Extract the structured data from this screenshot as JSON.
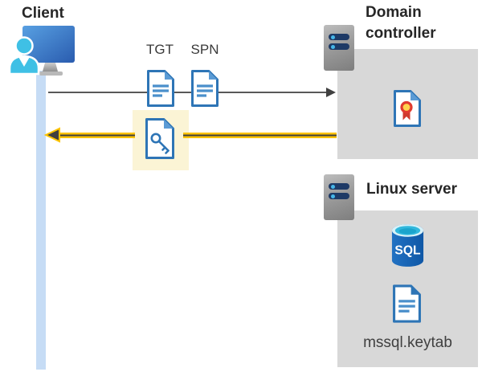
{
  "client": {
    "label": "Client"
  },
  "tickets": {
    "tgt_label": "TGT",
    "spn_label": "SPN"
  },
  "domain_controller": {
    "title": "Domain controller"
  },
  "linux_server": {
    "title": "Linux server",
    "sql_badge": "SQL",
    "keytab_label": "mssql.keytab"
  },
  "icons": {
    "client": "user-at-computer-icon",
    "tgt": "document-icon",
    "spn": "document-icon",
    "response_ticket": "key-document-icon",
    "domain_controller": "server-tower-icon",
    "certificate": "certificate-icon",
    "linux_server": "server-tower-icon",
    "database": "sql-database-icon",
    "keytab_file": "document-icon"
  },
  "arrows": {
    "request_color": "#595959",
    "response_color": "#fcc300"
  },
  "colors": {
    "accent_blue": "#2e75b6",
    "highlight_yellow": "#fbf4d5",
    "panel_gray": "#d8d8d8",
    "client_cyan": "#3fc0e5",
    "server_navy": "#1e3a66"
  }
}
